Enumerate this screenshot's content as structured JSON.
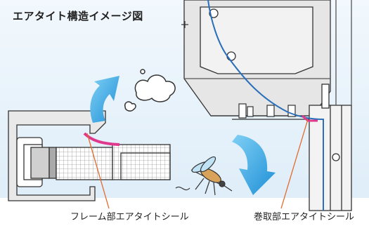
{
  "title": "エアタイト構造イメージ図",
  "labels": {
    "frame_seal": "フレーム部エアタイトシール",
    "roll_seal": "巻取部エアタイトシール"
  },
  "colors": {
    "sky_light": "#e8f3fb",
    "line": "#333333",
    "frame_fill": "#e6e6e6",
    "seal_accent": "#e0388c",
    "pointer": "#e36a2c",
    "belt": "#2a6fba",
    "airflow_arrow": "#2a9ee0"
  },
  "icons": [
    "airflow-arrow-icon",
    "cloud-icon",
    "mosquito-icon"
  ]
}
